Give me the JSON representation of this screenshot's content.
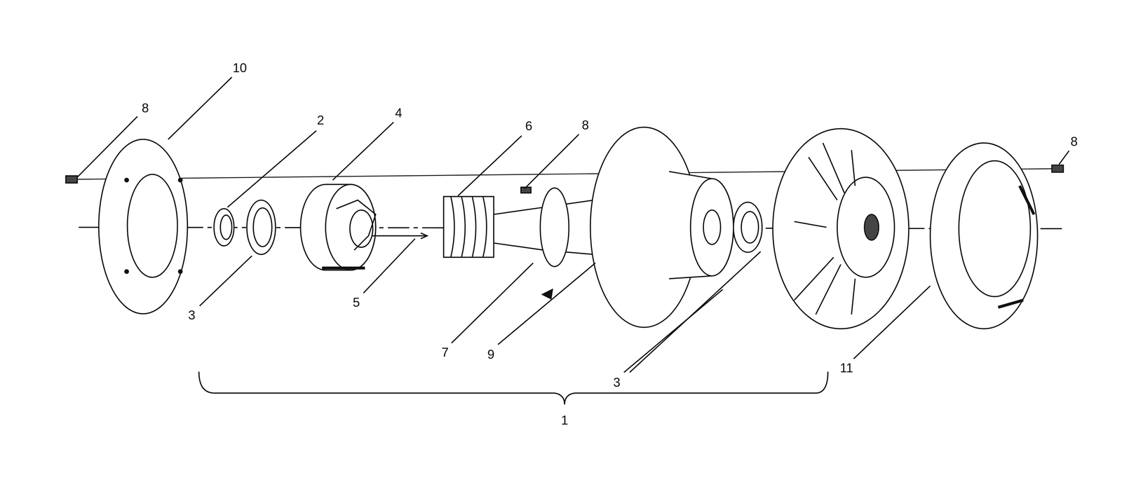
{
  "diagram": {
    "labels": [
      "10",
      "8",
      "4",
      "2",
      "6",
      "8",
      "8",
      "5",
      "3",
      "7",
      "9",
      "3",
      "11",
      "1"
    ]
  }
}
